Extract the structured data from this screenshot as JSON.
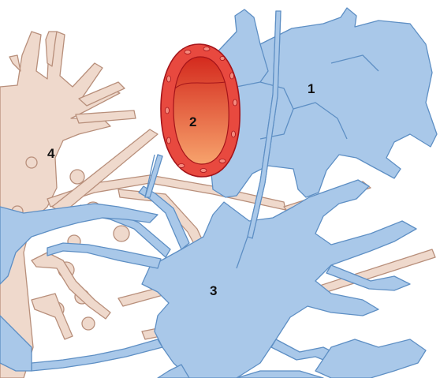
{
  "figure": {
    "labels": [
      {
        "id": "1",
        "text": "1"
      },
      {
        "id": "2",
        "text": "2"
      },
      {
        "id": "3",
        "text": "3"
      },
      {
        "id": "4",
        "text": "4"
      }
    ]
  },
  "colors": {
    "blue_fill": "#a9c8e9",
    "blue_stroke": "#5e8fc4",
    "tan_fill": "#efd9cc",
    "tan_stroke": "#b88f7b",
    "vessel_outer": "#e8493f",
    "vessel_inner_top": "#d42a1e",
    "vessel_inner_bottom": "#f7a36c",
    "vessel_stroke": "#a4141a"
  }
}
